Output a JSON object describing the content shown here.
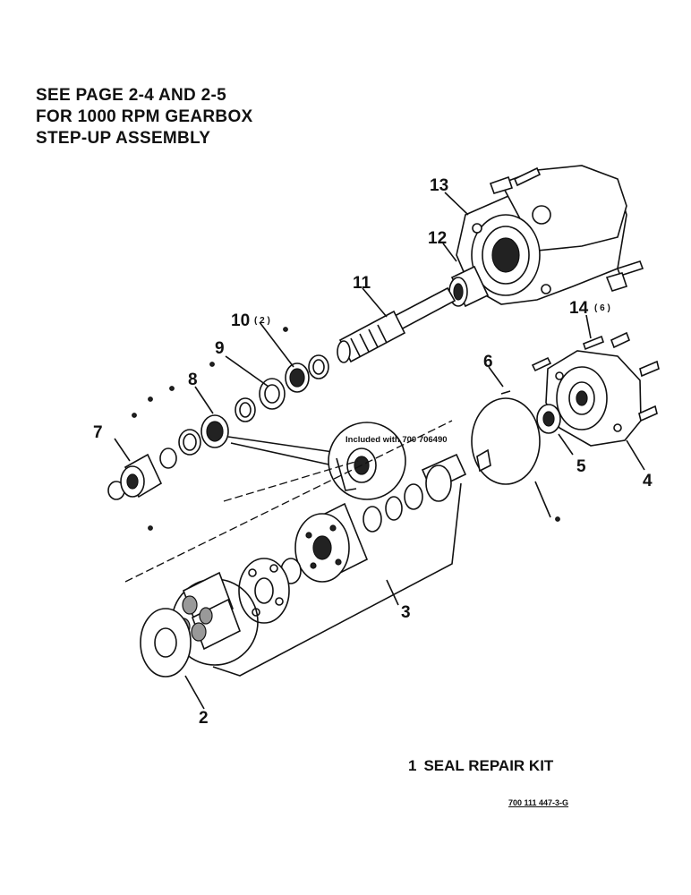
{
  "note_lines": [
    "SEE PAGE 2-4 AND 2-5",
    "FOR 1000 RPM GEARBOX",
    "STEP-UP ASSEMBLY"
  ],
  "callouts": {
    "c2": "2",
    "c3": "3",
    "c4": "4",
    "c5": "5",
    "c6": "6",
    "c7": "7",
    "c8": "8",
    "c9": "9",
    "c10": "10",
    "c11": "11",
    "c12": "12",
    "c13": "13",
    "c14": "14"
  },
  "qty": {
    "q10": "( 2 )",
    "q14": "( 6 )"
  },
  "inset_label": "Included with 700 706490",
  "kit": {
    "number": "1",
    "label": "SEAL REPAIR KIT"
  },
  "drawing_ref": "700 111 447-3-G"
}
